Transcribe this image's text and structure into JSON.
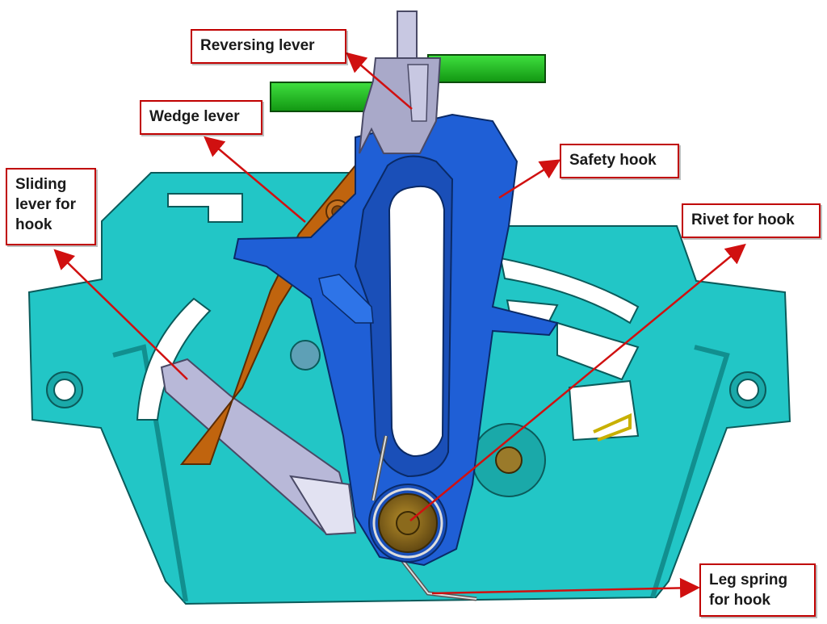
{
  "labels": {
    "reversing_lever": "Reversing lever",
    "wedge_lever": "Wedge lever",
    "safety_hook": "Safety hook",
    "sliding_lever": [
      "Sliding",
      "lever for",
      "hook"
    ],
    "rivet_for_hook": "Rivet for hook",
    "leg_spring": [
      "Leg spring",
      "for hook"
    ]
  },
  "colors": {
    "base_plate": "#22c6c6",
    "safety_hook": "#1f5fd6",
    "wedge_lever": "#c0640e",
    "reversing_lever": "#a9a9c9",
    "green_shaft": "#1fb81f",
    "rivet": "#8b6a1c",
    "callout_border": "#c00000",
    "arrow": "#d01010"
  }
}
